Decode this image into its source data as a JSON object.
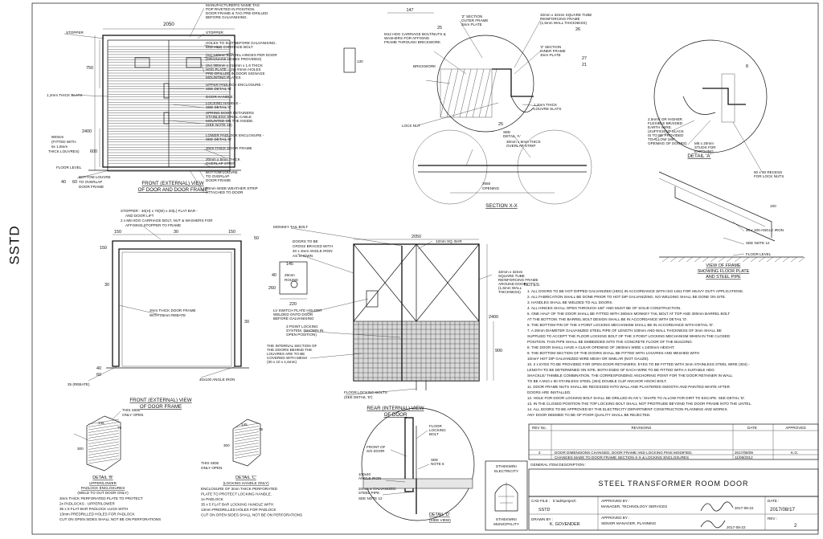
{
  "side_tag": "SSTD",
  "front_view": {
    "callouts": [
      "MANUFACTURER'S NAME TAG",
      "POP RIVETED IN POSITION.",
      "DOOR FRAME & TAG PRE-DRILLED",
      "BEFORE GALVANISING.",
      "STOPPER",
      "HOLES TO SUIT BEFORE GALVANISING.",
      "M12 HDG CARRIAGE BOLT",
      "(2x) 120mm BARREL HINGES PER DOOR",
      "(DRAINAGE HOLES PROVIDED)",
      "(2x) 300mm x 210mm x 1.6 THICK",
      "HDG PLATE - (2x) #4mm HOLES",
      "PRE-DRILLED IN DOOR SIGNAGE",
      "MOUNTING PLATES",
      "UPPER PADLOCK ENCLOSURE -",
      "SEE DETAIL 'B'",
      "DOOR HANDLE",
      "LOCKING HANDLE -",
      "SEE DETAIL 'C'",
      "SPRING DOOR RETAINERS",
      "STAINLESS STEEL CABLE",
      "MOUNTED ON THE INSIDE.",
      "(SEE NOTE 10)",
      "LOWER PADLOCK ENCLOSURE -",
      "SEE DETAIL 'B'",
      "3mm THICK DOOR FRAME",
      "20mm x 5mm THICK",
      "OVERLAP STRIP",
      "BOTTOM LOUVRE",
      "TO OVERLAP",
      "DOOR FRAME",
      "80mm WIDE WEATHER STRIP",
      "ATTACHED TO DOOR"
    ],
    "left_callouts": [
      "STOPPER",
      "1,2mm THICK SLATS",
      "900mm",
      "(FITTED WITH",
      "6x 1,8mm",
      "THICK LOUVRES)",
      "FLOOR LEVEL",
      "BOTTOM LOUVRE",
      "TO OVERLAP",
      "DOOR FRAME"
    ],
    "dims": [
      "2050",
      "750",
      "2400",
      "600",
      "40",
      "60",
      "130"
    ],
    "title": [
      "FRONT (EXTERNAL) VIEW",
      "OF DOOR AND DOOR FRAME"
    ]
  },
  "section_xx": {
    "callouts": [
      "'Z' SECTION",
      "OUTER FRAME",
      "3mm PLATE",
      "M12 HDG CARRIAGE BOLT/NUTS &",
      "WASHERS FOR AFFIXING",
      "FRAME THROUGH BRICKWORK",
      "BRICKWORK",
      "LOCK NUT",
      "'Z' SECTION",
      "INNER FRAME",
      "3mm PLATE",
      "32mm x 32mm SQUARE TUBE",
      "REINFORCING FRAME",
      "(1,6mm WALL THICKNESS)",
      "1,2mm THICK",
      "LOUVRE SLATS",
      "SEE",
      "DETAIL 'A'",
      "30mm x 5mm THICK",
      "OVERLAP STRIP",
      "2650",
      "OPENING",
      "2,5mm² OR HIGHER",
      "FLEXIBLE BRAIDED",
      "EARTH WIRE.",
      "(SUFFICIENT SLACK",
      "IS TO BE PROVIDED",
      "TO ALLOW 180°",
      "OPENING OF DOORS)",
      "M6 x 20mm",
      "STUDS FOR",
      "EARTHING",
      "50 x 60 RECESS",
      "FOR LOCK NUTS"
    ],
    "dims": [
      "147",
      "25",
      "27",
      "21",
      "26",
      "8",
      "25"
    ],
    "title": "SECTION X-X",
    "detail_a": "DETAIL 'A'"
  },
  "floor_plate": {
    "callouts": [
      "100",
      "40 x 100 ANGLE IRON",
      "SEE NOTE 12",
      "FLOOR LEVEL"
    ],
    "title": [
      "VIEW OF FRAME",
      "SHOWING FLOOR PLATE",
      "AND STEEL PIPE"
    ]
  },
  "frame_view": {
    "callouts": [
      "STOPPER - 40(H) x 70(W) x 20(L) FLAT BAR -",
      "AND DOOR LIFT",
      "2 x M8 HDG CARRIAGE BOLT, NUT & WASHERS FOR",
      "AFFIXING STOPPER TO FRAME",
      "3mm THICK DOOR FRAME",
      "WITH 25mm REBATE",
      "25 (REBATE)",
      "40x100 ANGLE IRON"
    ],
    "dims": [
      "150",
      "30",
      "150",
      "150",
      "30",
      "30",
      "50",
      "40",
      "60"
    ],
    "title": [
      "FRONT (EXTERNAL) VIEW",
      "OF DOOR FRAME"
    ]
  },
  "rear_view": {
    "callouts": [
      "MONKEY TAIL BOLT",
      "DOORS TO BE",
      "CROSS BRACED WITH",
      "40 x 3mm ANGLE IRON",
      "AS SHOWN",
      "12mm SQ. BAR",
      "LV SWITCH PLATE HOLDER",
      "WELDED ONTO DOOR",
      "BEFORE GALVANISING",
      "3 POINT LOCKING",
      "SYSTEM. (SHOWN IN",
      "OPEN POSITION)",
      "THE INTERNAL SECTION OF",
      "THE DOORS BEHIND THE",
      "LOUVRES ARE TO BE",
      "COVERED WITH MESH",
      "(30 x 10 x 1,6mm)",
      "FLOOR LOCKING BOLTS",
      "(SEE DETAIL 'D')",
      "32mm x 32mm",
      "SQUARE TUBE",
      "REINFORCING FRAME",
      "AROUND DOOR",
      "(1,6mm WALL",
      "THICKNESS)"
    ],
    "dims": [
      "2050",
      "145",
      "40",
      "25mm",
      "ROUND",
      "260",
      "220",
      "2400",
      "900"
    ],
    "title": [
      "REAR (INTERNAL) VIEW",
      "OF DOOR"
    ]
  },
  "notes": {
    "heading": "NOTES:",
    "items": [
      "1.  ALL DOORS TO BE HOT DIPPED GALVANIZED (HDG) IN ACCORDANCE WITH ISO 1461 FOR HEAVY DUTY APPLICATIONS.",
      "2.  ALL FABRICATION SHALL BE DONE PRIOR TO HOT DIP GALVANIZING. NO WELDING SHALL BE DONE ON SITE.",
      "3.  HANDLES SHALL BE WELDED TO ALL DOORS.",
      "4.  ALL HINGES SHALL OPEN THROUGH 180° AND MUST BE OF SOLID CONSTRUCTION.",
      "5.  ONE HALF OF THE DOOR SHALL BE FITTED WITH 280mm MONKEY TAIL BOLT AT TOP AND 300mm BARREL BOLT",
      "    AT THE BOTTOM. THE BARREL BOLT DESIGN SHALL BE IN ACCORDANCE WITH DETAIL 'D'.",
      "6.  THE BOTTOM PIN OF THE 3 POINT LOCKING MECHANISM SHALL BE IN ACCORDANCE WITH DETAIL 'D'.",
      "7.  A 20mm DIAMETER GALVANIZED STEEL PIPE OF LENGTH 100mm AND WALL THICKNESS OF 3mm SHALL BE",
      "    SUPPLIED TO ACCEPT THE FLOOR LOCKING BOLT OF THE 3 POINT LOCKING MECHANISM WHEN IN THE CLOSED",
      "    POSITION. THIS PIPE SHALL BE EMBEDDED INTO THE CONCRETE FLOOR OF THE BUILDING.",
      "8.  THE DOOR SHALL HAVE A CLEAR OPENING OF 2600mm WIDE x 2400mm HEIGHT.",
      "9.  THE BOTTOM SECTION OF THE DOORS SHALL BE FITTED WITH LOUVRES AND MESHED WITH",
      "    10mm² HOT DIP GALVANIZED WIRE MESH OR SIMILAR (NOT GAUZE).",
      "10. 2 x EYES TO BE PROVIDED FOR OPEN DOOR RETAINERS. EYES TO BE FITTED WITH 3mm STAINLESS STEEL WIRE (304) -",
      "    LENGTH TO BE DETERMINED ON SITE. BOTH ENDS OF EACH WIRE TO BE FITTED WITH A SUITABLE HDG",
      "    SHACKLE/ THIMBLE COMBINATION. THE CORRESPONDING ANCHORING POINT FOR THE DOOR RETAINER IN WALL",
      "    TO BE A M10 x 60 STAINLESS STEEL (304) DOUBLE CLIP ANCHOR HOOK/ BOLT.",
      "11. DOOR FRAME NUTS SHALL BE RECESSED INTO WALL AND PLASTERED SMOOTH AND PAINTED WHITE AFTER",
      "    DOORS ARE INSTALLED.",
      "12. HOLE FOR DOOR LOCKING BOLT SHALL BE DRILLED IN AN 'L' SHAPE TO ALLOW FOR DIRT TO ESCAPE. SEE DETAIL 'D'.",
      "13. IN THE CLOSED POSITION THE TOP LOCKING BOLT SHALL NOT PROTRUDE BEYOND THE DOOR FRAME INTO THE LINTEL.",
      "14. ALL DOORS TO BE APPROVED BY THE ELECTRICITY DEPARTMENT CONSTRUCTION PLANNING AND WORKS.",
      "    ANY DOOR DEEMED TO BE OF POOR QUALITY SHALL BE REJECTED."
    ]
  },
  "detail_b": {
    "callouts": [
      "THIS SIDE",
      "ONLY OPEN",
      "145",
      "75",
      "300",
      "THIS SIDE",
      "ONLY OPEN"
    ],
    "title": "DETAIL 'B'",
    "subtitle": [
      "UPPER/LOWER",
      "PADLOCK ENCLOSURES",
      "(WELD TO OUT DOOR ONLY)"
    ],
    "spec": [
      "3mm THICK PERFORATED PLATE TO PROTECT",
      "2x PADLOCKS - UPPER/LOWER",
      "35 x 5 FLAT BAR PADLOCK LUGS WITH",
      "13mm PREDRILLED HOLES FOR PADLOCK",
      "CUT ON OPEN SIDES SHALL NOT BE ON PERFORATIONS"
    ]
  },
  "detail_c": {
    "callouts": [
      "145",
      "75",
      "300"
    ],
    "title": "DETAIL 'C'",
    "subtitle": "(LOCKING HANDLE ONLY)",
    "spec": [
      "ENCLOSURE OF 3mm THICK PERFORATED",
      "PLATE TO PROTECT LOCKING HANDLE.",
      "1x PADLOCK",
      "35 x 5 FLAT BAR LOCKING HANDLE WITH",
      "13mm PREDRILLED HOLES FOR PADLOCK",
      "CUT ON OPEN SIDES SHALL NOT BE ON PERFORATIONS"
    ]
  },
  "detail_d": {
    "callouts": [
      "FLOOR",
      "LOCKING",
      "BOLT",
      "FRONT OF",
      "S/S DOOR",
      "SEE",
      "NOTE 6",
      "100x40",
      "ANGLE IRON",
      "20mm ø GALVANIZED",
      "STEEL PIPE",
      "SEE NOTE 12"
    ],
    "title": "DETAIL 'D'",
    "subtitle": "(SIDE VIEW)"
  },
  "title_block": {
    "rev_headers": [
      "REV No.",
      "REVISIONS",
      "DATE",
      "APPROVED"
    ],
    "rev_rows": [
      {
        "no": "2",
        "text": "DOOR DIMENSIONS CHANGED, DOOR FRAME AND LOCKING PINS MODIFIED.",
        "date": "2017/08/09",
        "by": "K.G."
      },
      {
        "no": "",
        "text": "CHANGES MADE TO DOOR FRAME SECTION X-X & LOCKING ENCLOSURES",
        "date": "11/08/2012",
        "by": ""
      }
    ],
    "general_desc_label": "GENERAL ITEM DESCRIPTION :",
    "drawing_title": "STEEL TRANSFORMER ROOM DOOR",
    "org_top": "ETHEKWINI",
    "org_top2": "ELECTRICITY",
    "org_bottom": "ETHEKWINI",
    "org_bottom2": "MUNICIPALITY",
    "cad_file_label": "CAD FILE :",
    "cad_file_value": "k:\\ads\\project\\",
    "cad_file_name": "SSTD",
    "drawn_by_label": "DRAWN BY :",
    "drawn_by_value": "K. GOVENDER",
    "approved_by_label": "APPROVED BY :",
    "approved_by_role1": "MANAGER, TECHNOLOGY SERVICES",
    "approved_by_role2": "SENIOR MANAGER, PLANNING",
    "sig_date1": "2017-08-22",
    "sig_date2": "2017-08-22",
    "date_label": "DATE :",
    "date_value": "2017/08/17",
    "rev_label": "REV :",
    "rev_value": "2"
  }
}
